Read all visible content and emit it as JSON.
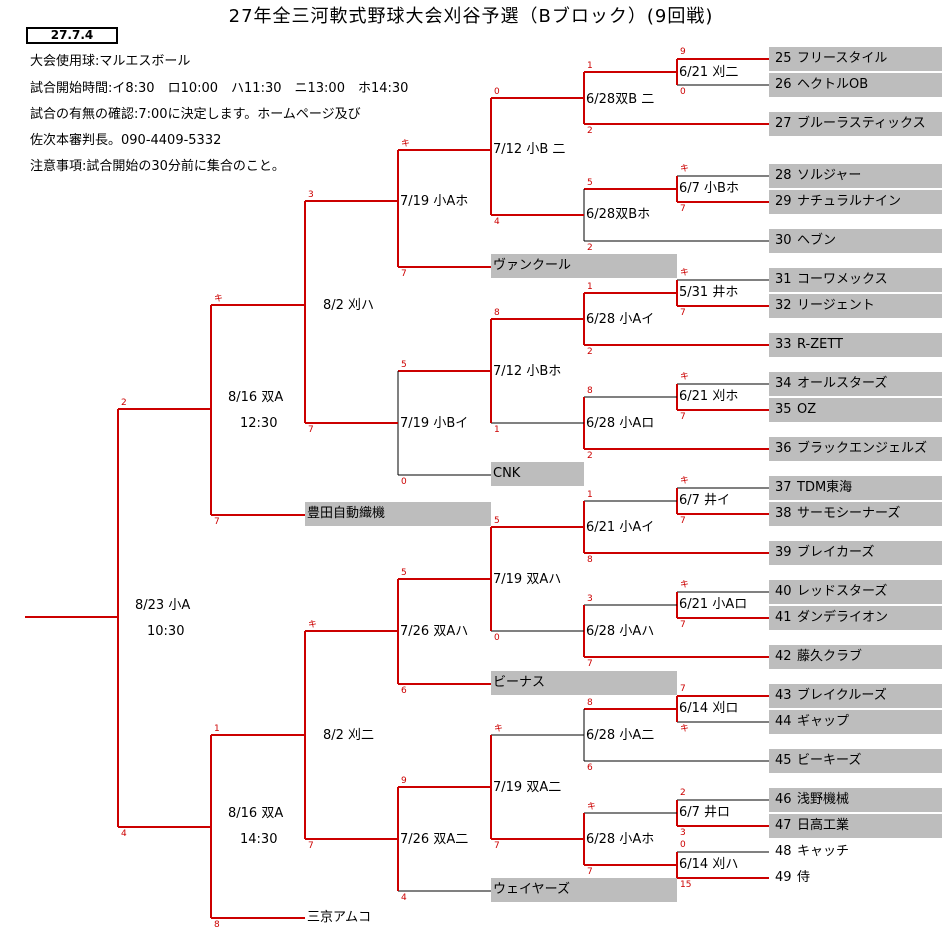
{
  "title": "27年全三河軟式野球大会刈谷予選（Bブロック）(9回戦)",
  "date_box": "27.7.4",
  "info": [
    "大会使用球:マルエスボール",
    "試合開始時間:イ8:30　ロ10:00　ハ11:30　ニ13:00　ホ14:30",
    "試合の有無の確認:7:00に決定します。ホームページ及び",
    "佐次本審判長。090-4409-5332",
    "注意事項:試合開始の30分前に集合のこと。"
  ],
  "teams": [
    {
      "num": "25",
      "name": "フリースタイル"
    },
    {
      "num": "26",
      "name": "ヘクトルOB"
    },
    {
      "num": "27",
      "name": "ブルーラスティックス"
    },
    {
      "num": "28",
      "name": "ソルジャー"
    },
    {
      "num": "29",
      "name": "ナチュラルナイン"
    },
    {
      "num": "30",
      "name": "ヘブン"
    },
    {
      "num": "31",
      "name": "コーワメックス"
    },
    {
      "num": "32",
      "name": "リージェント"
    },
    {
      "num": "33",
      "name": "R-ZETT"
    },
    {
      "num": "34",
      "name": "オールスターズ"
    },
    {
      "num": "35",
      "name": "OZ"
    },
    {
      "num": "36",
      "name": "ブラックエンジェルズ"
    },
    {
      "num": "37",
      "name": "TDM東海"
    },
    {
      "num": "38",
      "name": "サーモシーナーズ"
    },
    {
      "num": "39",
      "name": "ブレイカーズ"
    },
    {
      "num": "40",
      "name": "レッドスターズ"
    },
    {
      "num": "41",
      "name": "ダンデライオン"
    },
    {
      "num": "42",
      "name": "藤久クラブ"
    },
    {
      "num": "43",
      "name": "ブレイクルーズ"
    },
    {
      "num": "44",
      "name": "ギャップ"
    },
    {
      "num": "45",
      "name": "ビーキーズ"
    },
    {
      "num": "46",
      "name": "浅野機械"
    },
    {
      "num": "47",
      "name": "日高工業"
    },
    {
      "num": "48",
      "name": "キャッチ"
    },
    {
      "num": "49",
      "name": "侍"
    }
  ],
  "seeded_teams": [
    "ヴァンクール",
    "CNK",
    "豊田自動織機",
    "ビーナス",
    "ウェイヤーズ",
    "三京アムコ"
  ],
  "matches": [
    "6/21 刈二",
    "6/7 小Bホ",
    "5/31 井ホ",
    "6/21 刈ホ",
    "6/7 井イ",
    "6/21 小Aロ",
    "6/14 刈ロ",
    "6/7 井ロ",
    "6/14 刈ハ",
    "6/28双B 二",
    "6/28双Bホ",
    "6/28 小Aイ",
    "6/28 小Aロ",
    "6/21 小Aイ",
    "6/28 小Aハ",
    "6/28 小A二",
    "6/28 小Aホ",
    "7/12 小B 二",
    "7/12 小Bホ",
    "7/19 双Aハ",
    "7/19 双A二",
    "7/19 小Aホ",
    "7/19 小Bイ",
    "7/26 双Aハ",
    "7/26 双A二",
    "8/2 刈ハ",
    "8/2 刈二",
    "8/16 双A",
    "12:30",
    "8/16 双A",
    "14:30",
    "8/23 小A",
    "10:30"
  ],
  "scores": [
    "9",
    "0",
    "キ",
    "7",
    "キ",
    "7",
    "キ",
    "7",
    "キ",
    "7",
    "キ",
    "7",
    "7",
    "キ",
    "2",
    "3",
    "0",
    "15",
    "1",
    "2",
    "5",
    "2",
    "1",
    "2",
    "8",
    "2",
    "1",
    "8",
    "3",
    "7",
    "8",
    "6",
    "キ",
    "7",
    "0",
    "4",
    "8",
    "1",
    "5",
    "0",
    "キ",
    "7",
    "キ",
    "7",
    "5",
    "0",
    "5",
    "6",
    "9",
    "4",
    "3",
    "7",
    "キ",
    "7",
    "キ",
    "7",
    "1",
    "8",
    "2",
    "4"
  ],
  "colors": {
    "win_line": "#cc0000",
    "lose_line": "#000000",
    "team_shade": "#bdbdbd",
    "score_text": "#cc0000"
  }
}
